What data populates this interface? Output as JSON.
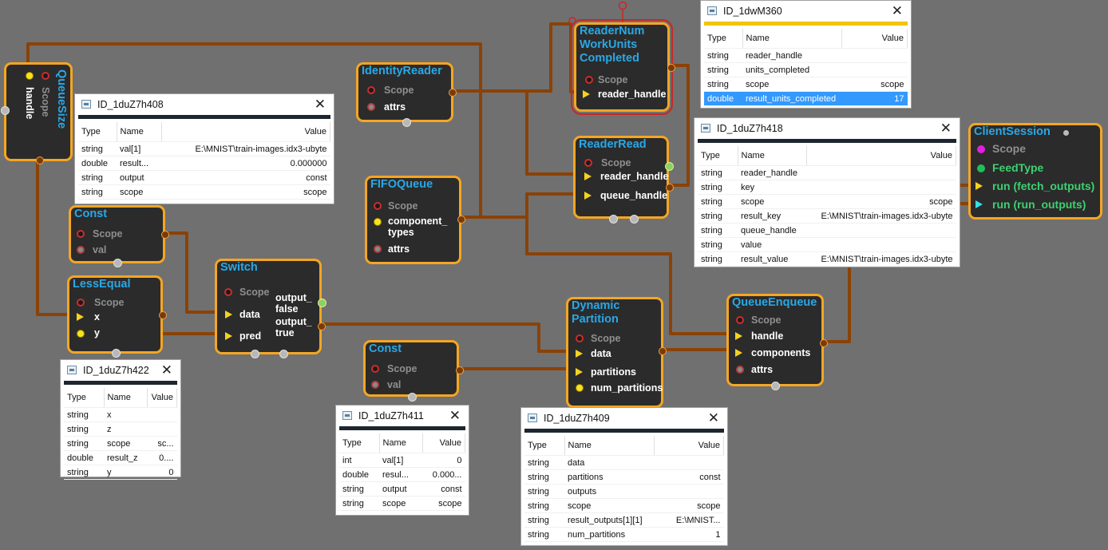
{
  "nodes": {
    "queue_size": {
      "title": "QueueSize",
      "scope": "Scope",
      "handle": "handle"
    },
    "identity_reader": {
      "title": "IdentityReader",
      "scope": "Scope",
      "attrs": "attrs"
    },
    "reader_num": {
      "title_1": "ReaderNum",
      "title_2": "WorkUnits",
      "title_3": "Completed",
      "scope": "Scope",
      "reader_handle": "reader_handle"
    },
    "reader_read": {
      "title": "ReaderRead",
      "scope": "Scope",
      "reader_handle": "reader_handle",
      "queue_handle": "queue_handle"
    },
    "fifo_queue": {
      "title": "FIFOQueue",
      "scope": "Scope",
      "component_1": "component_",
      "component_2": "types",
      "attrs": "attrs"
    },
    "const_1": {
      "title": "Const",
      "scope": "Scope",
      "val": "val"
    },
    "less_equal": {
      "title": "LessEqual",
      "scope": "Scope",
      "x": "x",
      "y": "y"
    },
    "switch": {
      "title": "Switch",
      "scope": "Scope",
      "data": "data",
      "pred": "pred",
      "out_false_1": "output_",
      "out_false_2": "false",
      "out_true_1": "output_",
      "out_true_2": "true"
    },
    "const_2": {
      "title": "Const",
      "scope": "Scope",
      "val": "val"
    },
    "dynamic_partition": {
      "title_1": "Dynamic",
      "title_2": "Partition",
      "scope": "Scope",
      "data": "data",
      "partitions": "partitions",
      "num_partitions": "num_partitions"
    },
    "queue_enqueue": {
      "title": "QueueEnqueue",
      "scope": "Scope",
      "handle": "handle",
      "components": "components",
      "attrs": "attrs"
    },
    "client_session": {
      "title": "ClientSession",
      "scope": "Scope",
      "feed_type": "FeedType",
      "run_fetch": "run (fetch_outputs)",
      "run_run": "run (run_outputs)"
    }
  },
  "panels": {
    "p408": {
      "title": "ID_1duZ7h408",
      "close": "✕",
      "headers": [
        "Type",
        "Name",
        "Value"
      ],
      "rows": [
        [
          "string",
          "val[1]",
          "E:\\MNIST\\train-images.idx3-ubyte"
        ],
        [
          "double",
          "result...",
          "0.000000"
        ],
        [
          "string",
          "output",
          "const"
        ],
        [
          "string",
          "scope",
          "scope"
        ]
      ]
    },
    "p422": {
      "title": "ID_1duZ7h422",
      "close": "✕",
      "headers": [
        "Type",
        "Name",
        "Value"
      ],
      "rows": [
        [
          "string",
          "x",
          ""
        ],
        [
          "string",
          "z",
          ""
        ],
        [
          "string",
          "scope",
          "sc..."
        ],
        [
          "double",
          "result_z",
          "0...."
        ],
        [
          "string",
          "y",
          "0"
        ]
      ]
    },
    "p411": {
      "title": "ID_1duZ7h411",
      "close": "✕",
      "headers": [
        "Type",
        "Name",
        "Value"
      ],
      "rows": [
        [
          "int",
          "val[1]",
          "0"
        ],
        [
          "double",
          "resul...",
          "0.000..."
        ],
        [
          "string",
          "output",
          "const"
        ],
        [
          "string",
          "scope",
          "scope"
        ]
      ]
    },
    "p409": {
      "title": "ID_1duZ7h409",
      "close": "✕",
      "headers": [
        "Type",
        "Name",
        "Value"
      ],
      "rows": [
        [
          "string",
          "data",
          ""
        ],
        [
          "string",
          "partitions",
          "const"
        ],
        [
          "string",
          "outputs",
          ""
        ],
        [
          "string",
          "scope",
          "scope"
        ],
        [
          "string",
          "result_outputs[1][1]",
          "E:\\MNIST..."
        ],
        [
          "string",
          "num_partitions",
          "1"
        ]
      ]
    },
    "m360": {
      "title": "ID_1dwM360",
      "close": "✕",
      "headers": [
        "Type",
        "Name",
        "Value"
      ],
      "rows": [
        [
          "string",
          "reader_handle",
          ""
        ],
        [
          "string",
          "units_completed",
          ""
        ],
        [
          "string",
          "scope",
          "scope"
        ],
        [
          "double",
          "result_units_completed",
          "17"
        ]
      ]
    },
    "p418": {
      "title": "ID_1duZ7h418",
      "close": "✕",
      "headers": [
        "Type",
        "Name",
        "Value"
      ],
      "rows": [
        [
          "string",
          "reader_handle",
          ""
        ],
        [
          "string",
          "key",
          ""
        ],
        [
          "string",
          "scope",
          "scope"
        ],
        [
          "string",
          "result_key",
          "E:\\MNIST\\train-images.idx3-ubyte"
        ],
        [
          "string",
          "queue_handle",
          ""
        ],
        [
          "string",
          "value",
          ""
        ],
        [
          "string",
          "result_value",
          "E:\\MNIST\\train-images.idx3-ubyte"
        ]
      ]
    }
  }
}
